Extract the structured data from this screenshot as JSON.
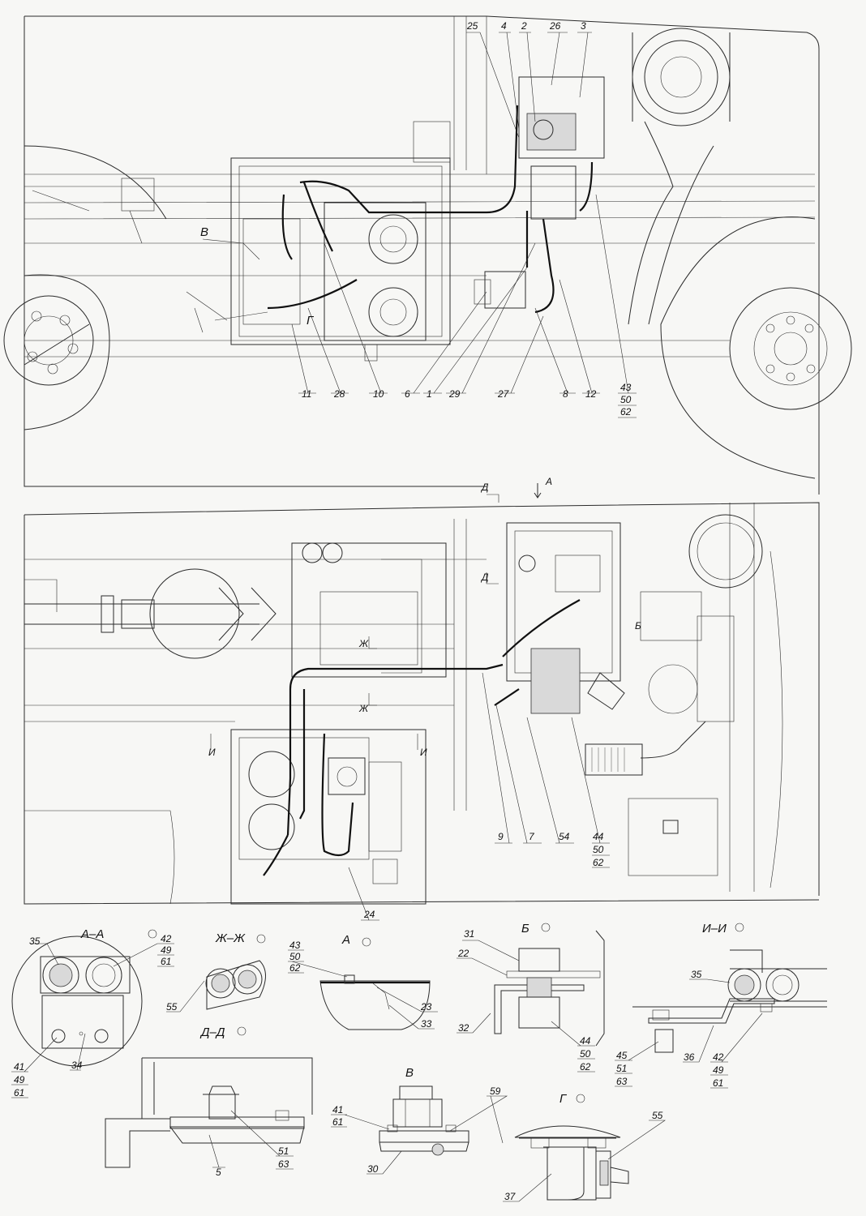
{
  "top_view": {
    "callouts_top": [
      "25",
      "4",
      "2",
      "26",
      "3"
    ],
    "callout_left": "В",
    "callout_g": "Г",
    "callouts_bottom": [
      "11",
      "28",
      "10",
      "6",
      "1",
      "29",
      "27",
      "8",
      "12"
    ],
    "stack_right": [
      "43",
      "50",
      "62"
    ]
  },
  "plan_view": {
    "marker_d": "Д",
    "marker_a": "А",
    "marker_d2": "Д",
    "marker_zh1": "Ж",
    "marker_zh2": "Ж",
    "marker_b": "Б",
    "marker_i1": "И",
    "marker_i2": "И",
    "callouts_bottom": [
      "9",
      "7",
      "54"
    ],
    "stack_right": [
      "44",
      "50",
      "62"
    ],
    "callout_24": "24"
  },
  "sections": {
    "aa": {
      "title": "А–А",
      "c35": "35",
      "stack": [
        "42",
        "49",
        "61"
      ],
      "c34": "34",
      "stack2": [
        "41",
        "49",
        "61"
      ]
    },
    "zhzh": {
      "title": "Ж–Ж",
      "c55": "55"
    },
    "dd": {
      "title": "Д–Д",
      "c5": "5",
      "stack": [
        "51",
        "63"
      ]
    },
    "a": {
      "title": "А",
      "stack": [
        "43",
        "50",
        "62"
      ],
      "c23": "23",
      "c33": "33"
    },
    "b": {
      "title": "Б",
      "c31": "31",
      "c22": "22",
      "c32": "32",
      "stack": [
        "44",
        "50",
        "62"
      ]
    },
    "ii": {
      "title": "И–И",
      "c35": "35",
      "c36": "36",
      "stack_left": [
        "45",
        "51",
        "63"
      ],
      "stack_right": [
        "42",
        "49",
        "61"
      ]
    },
    "v": {
      "title": "В",
      "stack": [
        "41",
        "61"
      ],
      "c59": "59",
      "c30": "30"
    },
    "g": {
      "title": "Г",
      "c55": "55",
      "c37": "37"
    }
  }
}
